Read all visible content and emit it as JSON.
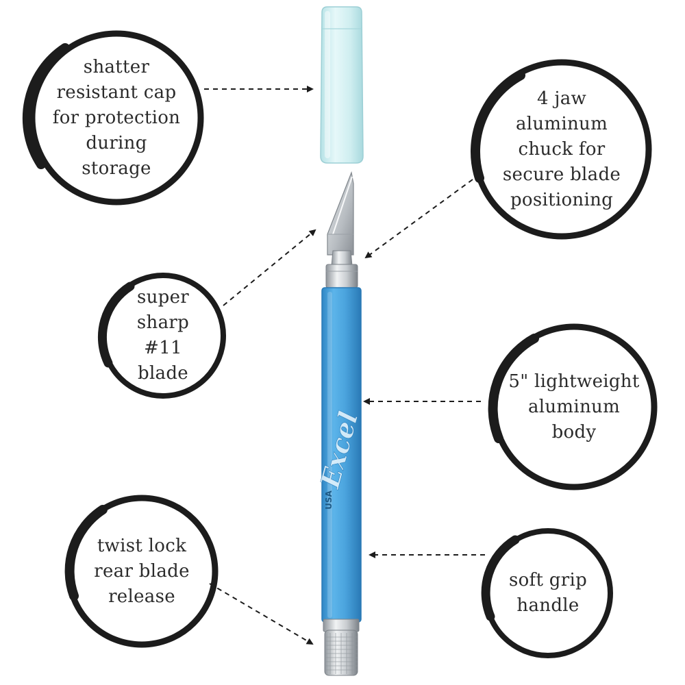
{
  "product": {
    "brand_logo": "Excel",
    "origin_mark": "USA",
    "colors": {
      "handle": "#4aa3dd",
      "handle_dark": "#2f86c4",
      "cap": "#cfeef0",
      "metal": "#c9cdd1",
      "ring": "#1c1c1c",
      "arrow": "#1c1c1c"
    }
  },
  "callouts": {
    "cap": {
      "lines": [
        "shatter",
        "resistant cap",
        "for protection",
        "during",
        "storage"
      ]
    },
    "chuck": {
      "lines": [
        "4 jaw",
        "aluminum",
        "chuck for",
        "secure blade",
        "positioning"
      ]
    },
    "blade": {
      "lines": [
        "super",
        "sharp #11",
        "blade"
      ]
    },
    "body": {
      "lines": [
        "5\" lightweight",
        "aluminum",
        "body"
      ]
    },
    "release": {
      "lines": [
        "twist lock",
        "rear blade",
        "release"
      ]
    },
    "grip": {
      "lines": [
        "soft grip",
        "handle"
      ]
    }
  }
}
